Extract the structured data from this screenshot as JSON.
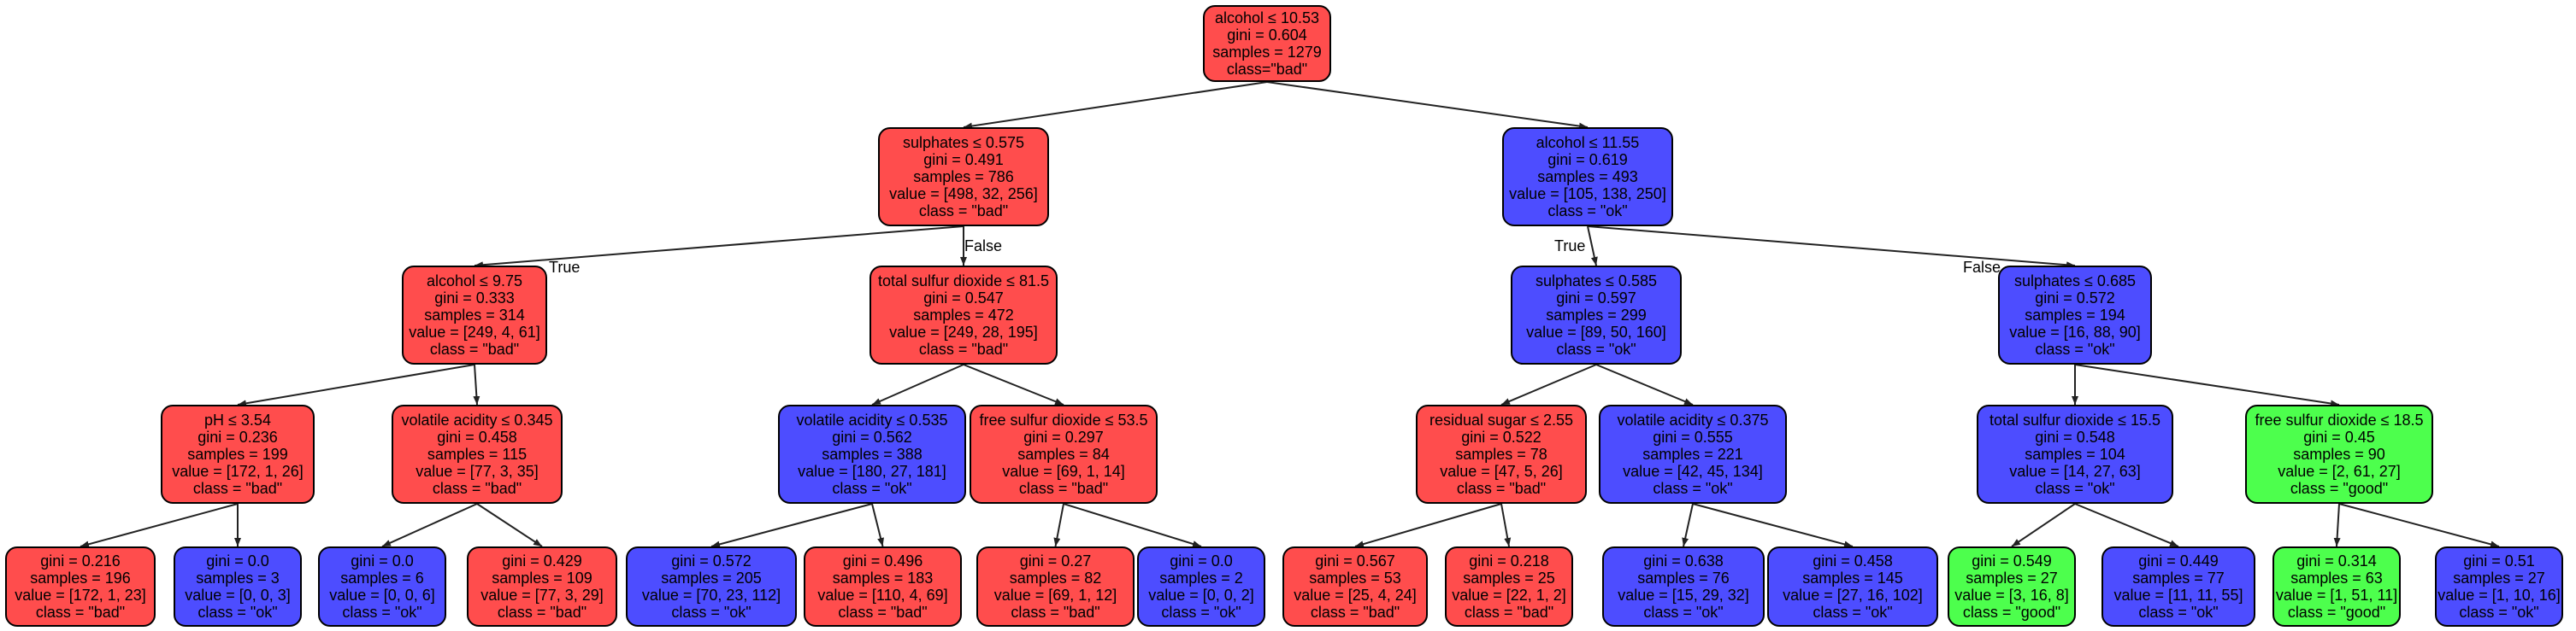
{
  "colors": {
    "bad": "#ff4d4d",
    "ok": "#4d4dff",
    "good": "#4dff4d",
    "edge": "#222222"
  },
  "edge_labels": {
    "true_label": "True",
    "false_label": "False"
  },
  "nodes": [
    {
      "id": "n0",
      "cls": "bad",
      "lines": [
        "alcohol ≤ 10.53",
        "gini = 0.604",
        "samples = 1279",
        "class=\"bad\""
      ]
    },
    {
      "id": "n1",
      "cls": "bad",
      "lines": [
        "sulphates ≤ 0.575",
        "gini = 0.491",
        "samples = 786",
        "value = [498, 32, 256]",
        "class = \"bad\""
      ]
    },
    {
      "id": "n2",
      "cls": "ok",
      "lines": [
        "alcohol ≤ 11.55",
        "gini = 0.619",
        "samples = 493",
        "value = [105, 138, 250]",
        "class = \"ok\""
      ]
    },
    {
      "id": "n3",
      "cls": "bad",
      "lines": [
        "alcohol ≤ 9.75",
        "gini = 0.333",
        "samples = 314",
        "value = [249, 4, 61]",
        "class = \"bad\""
      ]
    },
    {
      "id": "n4",
      "cls": "bad",
      "lines": [
        "total sulfur dioxide ≤ 81.5",
        "gini = 0.547",
        "samples = 472",
        "value = [249, 28, 195]",
        "class = \"bad\""
      ]
    },
    {
      "id": "n5",
      "cls": "ok",
      "lines": [
        "sulphates ≤ 0.585",
        "gini = 0.597",
        "samples = 299",
        "value = [89, 50, 160]",
        "class = \"ok\""
      ]
    },
    {
      "id": "n6",
      "cls": "ok",
      "lines": [
        "sulphates ≤ 0.685",
        "gini = 0.572",
        "samples = 194",
        "value = [16, 88, 90]",
        "class = \"ok\""
      ]
    },
    {
      "id": "n7",
      "cls": "bad",
      "lines": [
        "pH ≤ 3.54",
        "gini = 0.236",
        "samples = 199",
        "value = [172, 1, 26]",
        "class = \"bad\""
      ]
    },
    {
      "id": "n8",
      "cls": "bad",
      "lines": [
        "volatile acidity ≤ 0.345",
        "gini = 0.458",
        "samples = 115",
        "value = [77, 3, 35]",
        "class = \"bad\""
      ]
    },
    {
      "id": "n9",
      "cls": "ok",
      "lines": [
        "volatile acidity ≤ 0.535",
        "gini = 0.562",
        "samples = 388",
        "value = [180, 27, 181]",
        "class = \"ok\""
      ]
    },
    {
      "id": "n10",
      "cls": "bad",
      "lines": [
        "free sulfur dioxide ≤ 53.5",
        "gini = 0.297",
        "samples = 84",
        "value = [69, 1, 14]",
        "class = \"bad\""
      ]
    },
    {
      "id": "n11",
      "cls": "bad",
      "lines": [
        "residual sugar ≤ 2.55",
        "gini = 0.522",
        "samples = 78",
        "value = [47, 5, 26]",
        "class = \"bad\""
      ]
    },
    {
      "id": "n12",
      "cls": "ok",
      "lines": [
        "volatile acidity ≤ 0.375",
        "gini = 0.555",
        "samples = 221",
        "value = [42, 45, 134]",
        "class = \"ok\""
      ]
    },
    {
      "id": "n13",
      "cls": "ok",
      "lines": [
        "total sulfur dioxide ≤ 15.5",
        "gini = 0.548",
        "samples = 104",
        "value = [14, 27, 63]",
        "class = \"ok\""
      ]
    },
    {
      "id": "n14",
      "cls": "good",
      "lines": [
        "free sulfur dioxide ≤ 18.5",
        "gini = 0.45",
        "samples = 90",
        "value = [2, 61, 27]",
        "class = \"good\""
      ]
    },
    {
      "id": "n15",
      "cls": "bad",
      "lines": [
        "gini = 0.216",
        "samples = 196",
        "value = [172, 1, 23]",
        "class = \"bad\""
      ]
    },
    {
      "id": "n16",
      "cls": "ok",
      "lines": [
        "gini = 0.0",
        "samples = 3",
        "value = [0, 0, 3]",
        "class = \"ok\""
      ]
    },
    {
      "id": "n17",
      "cls": "ok",
      "lines": [
        "gini = 0.0",
        "samples = 6",
        "value = [0, 0, 6]",
        "class = \"ok\""
      ]
    },
    {
      "id": "n18",
      "cls": "bad",
      "lines": [
        "gini = 0.429",
        "samples = 109",
        "value = [77, 3, 29]",
        "class = \"bad\""
      ]
    },
    {
      "id": "n19",
      "cls": "ok",
      "lines": [
        "gini = 0.572",
        "samples = 205",
        "value = [70, 23, 112]",
        "class = \"ok\""
      ]
    },
    {
      "id": "n20",
      "cls": "bad",
      "lines": [
        "gini = 0.496",
        "samples = 183",
        "value = [110, 4, 69]",
        "class = \"bad\""
      ]
    },
    {
      "id": "n21",
      "cls": "bad",
      "lines": [
        "gini = 0.27",
        "samples = 82",
        "value = [69, 1, 12]",
        "class = \"bad\""
      ]
    },
    {
      "id": "n22",
      "cls": "ok",
      "lines": [
        "gini = 0.0",
        "samples = 2",
        "value = [0, 0, 2]",
        "class = \"ok\""
      ]
    },
    {
      "id": "n23",
      "cls": "bad",
      "lines": [
        "gini = 0.567",
        "samples = 53",
        "value = [25, 4, 24]",
        "class = \"bad\""
      ]
    },
    {
      "id": "n24",
      "cls": "bad",
      "lines": [
        "gini = 0.218",
        "samples = 25",
        "value = [22, 1, 2]",
        "class = \"bad\""
      ]
    },
    {
      "id": "n25",
      "cls": "ok",
      "lines": [
        "gini = 0.638",
        "samples = 76",
        "value = [15, 29, 32]",
        "class = \"ok\""
      ]
    },
    {
      "id": "n26",
      "cls": "ok",
      "lines": [
        "gini = 0.458",
        "samples = 145",
        "value = [27, 16, 102]",
        "class = \"ok\""
      ]
    },
    {
      "id": "n27",
      "cls": "good",
      "lines": [
        "gini = 0.549",
        "samples = 27",
        "value = [3, 16, 8]",
        "class = \"good\""
      ]
    },
    {
      "id": "n28",
      "cls": "ok",
      "lines": [
        "gini = 0.449",
        "samples = 77",
        "value = [11, 11, 55]",
        "class = \"ok\""
      ]
    },
    {
      "id": "n29",
      "cls": "good",
      "lines": [
        "gini = 0.314",
        "samples = 63",
        "value = [1, 51, 11]",
        "class = \"good\""
      ]
    },
    {
      "id": "n30",
      "cls": "ok",
      "lines": [
        "gini = 0.51",
        "samples = 27",
        "value = [1, 10, 16]",
        "class = \"ok\""
      ]
    }
  ],
  "edges": [
    [
      "n0",
      "n1"
    ],
    [
      "n0",
      "n2"
    ],
    [
      "n1",
      "n3"
    ],
    [
      "n1",
      "n4"
    ],
    [
      "n2",
      "n5"
    ],
    [
      "n2",
      "n6"
    ],
    [
      "n3",
      "n7"
    ],
    [
      "n3",
      "n8"
    ],
    [
      "n4",
      "n9"
    ],
    [
      "n4",
      "n10"
    ],
    [
      "n5",
      "n11"
    ],
    [
      "n5",
      "n12"
    ],
    [
      "n6",
      "n13"
    ],
    [
      "n6",
      "n14"
    ],
    [
      "n7",
      "n15"
    ],
    [
      "n7",
      "n16"
    ],
    [
      "n8",
      "n17"
    ],
    [
      "n8",
      "n18"
    ],
    [
      "n9",
      "n19"
    ],
    [
      "n9",
      "n20"
    ],
    [
      "n10",
      "n21"
    ],
    [
      "n10",
      "n22"
    ],
    [
      "n11",
      "n23"
    ],
    [
      "n11",
      "n24"
    ],
    [
      "n12",
      "n25"
    ],
    [
      "n12",
      "n26"
    ],
    [
      "n13",
      "n27"
    ],
    [
      "n13",
      "n28"
    ],
    [
      "n14",
      "n29"
    ],
    [
      "n14",
      "n30"
    ]
  ]
}
